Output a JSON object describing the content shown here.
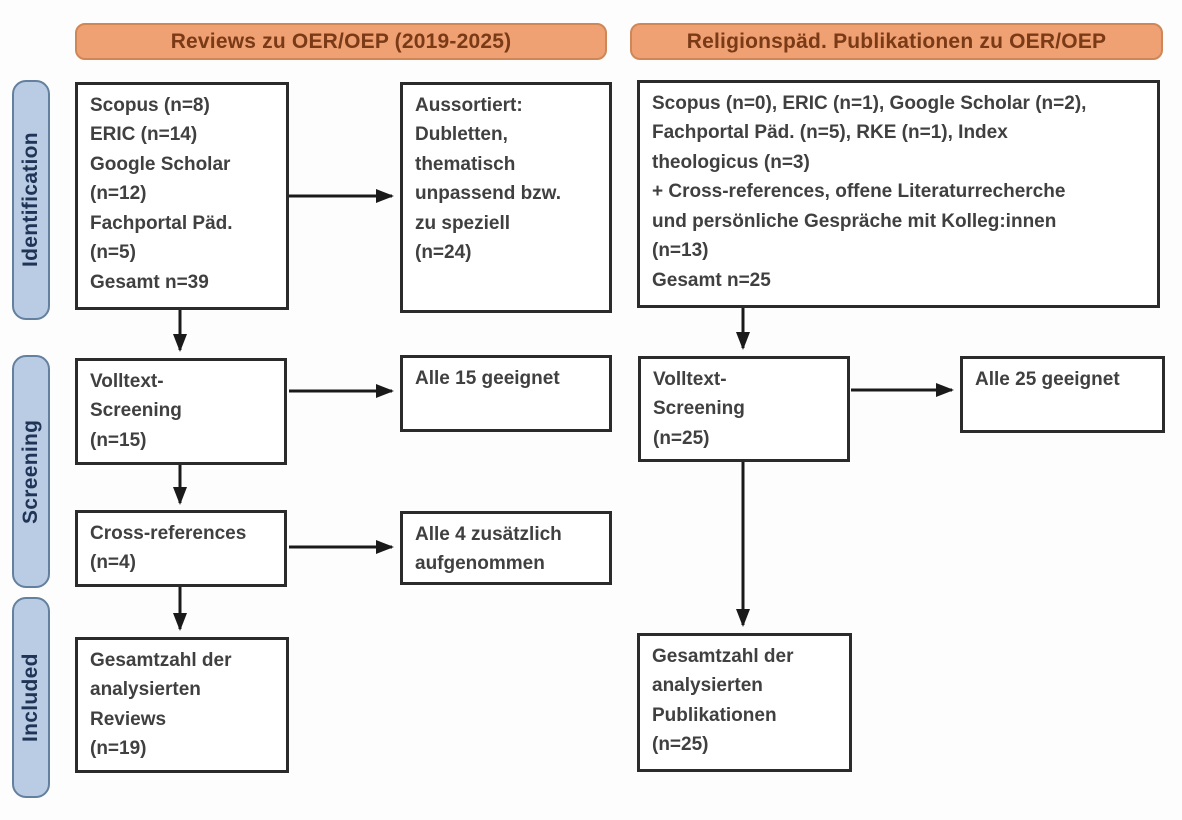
{
  "headers": {
    "left": "Reviews zu OER/OEP (2019-2025)",
    "right": "Religionspäd. Publikationen zu OER/OEP"
  },
  "stages": {
    "identification": "Identification",
    "screening": "Screening",
    "included": "Included"
  },
  "boxes": {
    "reviews_sources": {
      "lines": [
        "Scopus (n=8)",
        "ERIC (n=14)",
        "Google Scholar",
        "(n=12)",
        "Fachportal Päd.",
        "(n=5)",
        "Gesamt n=39"
      ]
    },
    "reviews_excluded": {
      "lines": [
        "Aussortiert:",
        "Dubletten,",
        "thematisch",
        "unpassend bzw.",
        "zu speziell",
        "(n=24)"
      ]
    },
    "religionspaed_sources": {
      "lines": [
        "Scopus (n=0), ERIC (n=1), Google Scholar (n=2),",
        "Fachportal Päd. (n=5), RKE (n=1), Index",
        "theologicus (n=3)",
        "+ Cross-references, offene Literaturrecherche",
        "und persönliche Gespräche mit Kolleg:innen",
        "(n=13)",
        "Gesamt n=25"
      ]
    },
    "reviews_fulltext": {
      "lines": [
        "Volltext-",
        "Screening",
        "(n=15)"
      ]
    },
    "reviews_fulltext_result": {
      "lines": [
        "Alle 15 geeignet"
      ]
    },
    "religionspaed_fulltext": {
      "lines": [
        "Volltext-",
        "Screening",
        "(n=25)"
      ]
    },
    "religionspaed_fulltext_result": {
      "lines": [
        "Alle 25 geeignet"
      ]
    },
    "reviews_crossrefs": {
      "lines": [
        "Cross-references",
        "(n=4)"
      ]
    },
    "reviews_crossrefs_result": {
      "lines": [
        "Alle 4 zusätzlich",
        "aufgenommen"
      ]
    },
    "reviews_included": {
      "lines": [
        "Gesamtzahl der",
        "analysierten",
        "Reviews",
        "(n=19)"
      ]
    },
    "religionspaed_included": {
      "lines": [
        "Gesamtzahl der",
        "analysierten",
        "Publikationen",
        "(n=25)"
      ]
    }
  },
  "colors": {
    "background": "#fdfdfd",
    "header_fill": "#f0a173",
    "header_border": "#cf8757",
    "header_text": "#7a3a16",
    "stage_fill": "#b9cce4",
    "stage_border": "#64809f",
    "stage_text": "#203457",
    "box_border": "#2b2b2b",
    "box_text": "#404040",
    "arrow": "#1a1a1a"
  }
}
